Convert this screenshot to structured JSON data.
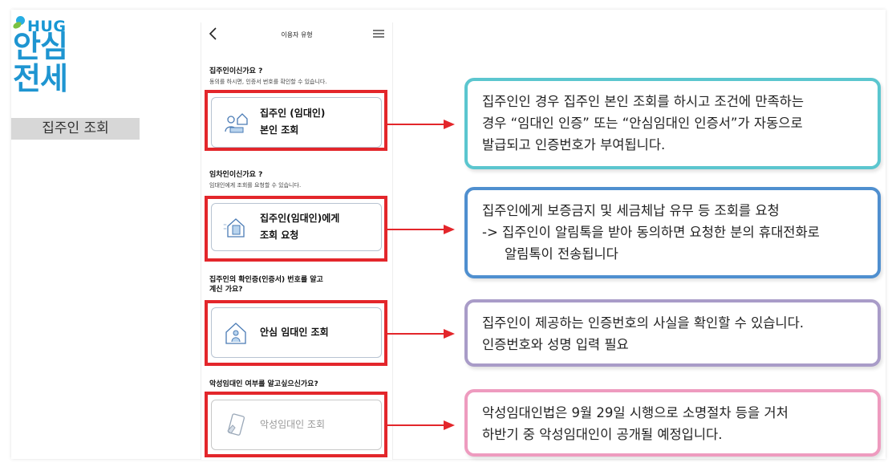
{
  "brand": {
    "hug": "HUG",
    "line1": "안심",
    "line2": "전세"
  },
  "section_label": "집주인 조회",
  "phone": {
    "title": "이용자 유형",
    "sections": [
      {
        "question": "집주인이신가요 ?",
        "subtitle": "동의를 하시면, 인증서 번호를 확인할 수 있습니다.",
        "card_line1": "집주인 (임대인)",
        "card_line2": "본인 조회"
      },
      {
        "question": "임차인이신가요 ?",
        "subtitle": "임대인에게 조회를 요청할 수 있습니다.",
        "card_line1": "집주인(임대인)에게",
        "card_line2": "조회 요청"
      },
      {
        "question_line1": "집주인의 확인증(인증서) 번호를 알고",
        "question_line2": "계신 가요?",
        "card_line1": "안심 임대인 조회"
      },
      {
        "question": "악성임대인 여부를 알고싶으신가요?",
        "card_line1": "악성임대인 조회"
      }
    ]
  },
  "callouts": [
    {
      "color": "#5bc6cf",
      "lines": [
        "집주인인 경우 집주인 본인 조회를 하시고 조건에 만족하는",
        "경우 “임대인 인증” 또는 “안심임대인 인증서”가 자동으로",
        "발급되고 인증번호가 부여됩니다."
      ]
    },
    {
      "color": "#4f8fcf",
      "lines": [
        "집주인에게 보증금지 및 세금체납 유무 등 조회를 요청",
        "-> 집주인이 알림톡을 받아 동의하면 요청한 분의 휴대전화로",
        "알림톡이 전송됩니다"
      ]
    },
    {
      "color": "#a99cc8",
      "lines": [
        "집주인이 제공하는 인증번호의 사실을 확인할 수 있습니다.",
        "인증번호와 성명 입력 필요"
      ]
    },
    {
      "color": "#ee9bbf",
      "lines": [
        "악성임대인법은 9월 29일 시행으로 소명절차 등을 거처",
        "하반기 중 악성임대인이 공개될 예정입니다."
      ]
    }
  ],
  "colors": {
    "highlight": "#e3262b",
    "brand_blue": "#1e95d1",
    "brand_green": "#7bc143"
  },
  "icons": {
    "back": "chevron-left-icon",
    "menu": "hamburger-menu-icon",
    "card1": "landlord-person-house-icon",
    "card2": "request-house-document-icon",
    "card3": "safe-house-person-icon",
    "card4": "malicious-landlord-document-icon"
  }
}
